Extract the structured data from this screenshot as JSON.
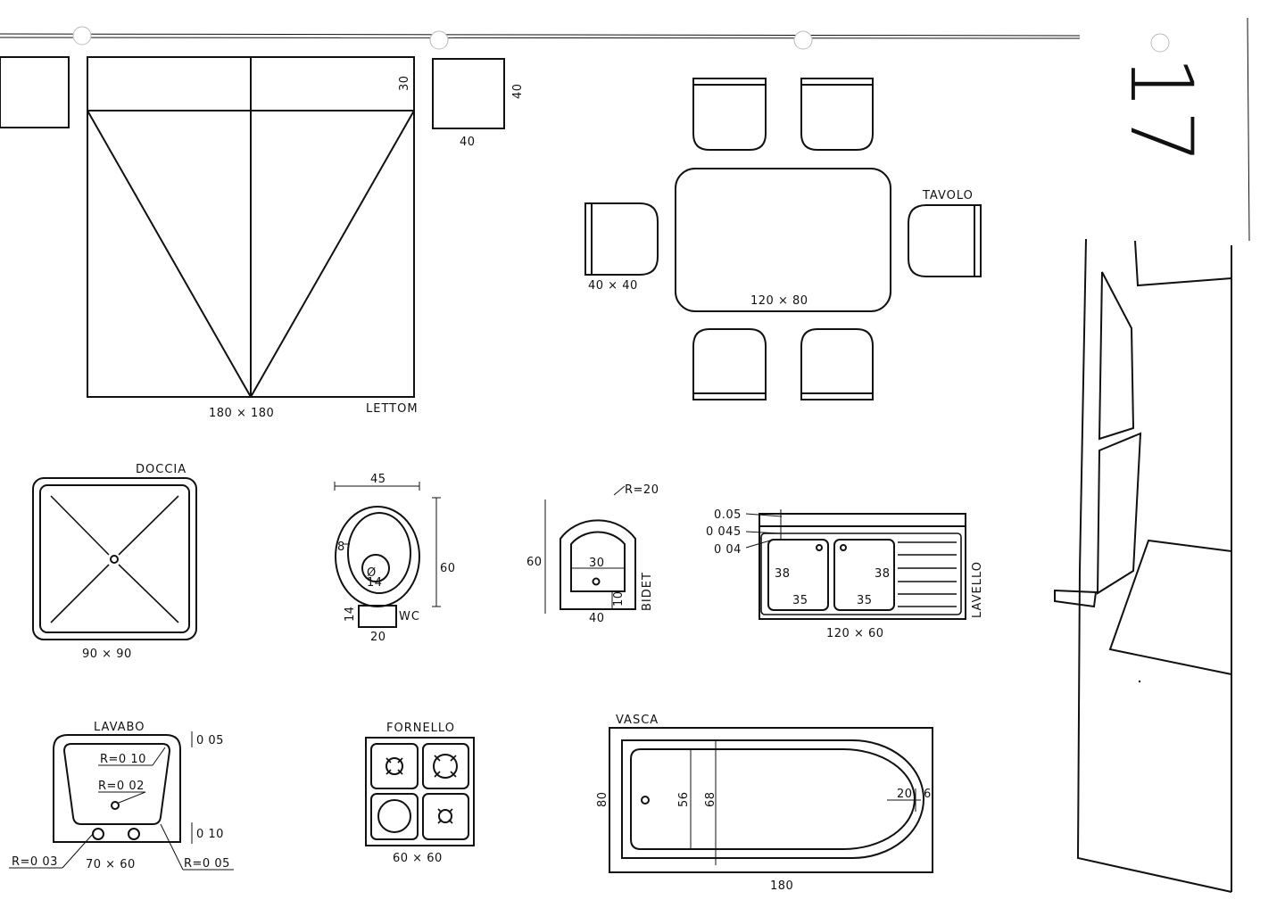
{
  "page_number": "17",
  "bed": {
    "title": "LETTOM",
    "size": "180 × 180",
    "header_depth": "30",
    "nightstand_width": "40",
    "nightstand_depth": "40"
  },
  "table": {
    "title": "TAVOLO",
    "size": "120 × 80",
    "chair_size": "40 × 40"
  },
  "shower": {
    "title": "DOCCIA",
    "size": "90 × 90"
  },
  "wc": {
    "title": "WC",
    "width": "45",
    "depth": "60",
    "rim": "8",
    "diameter": "Ø\n14",
    "tank_depth": "14",
    "tank_width": "20"
  },
  "bidet": {
    "title": "BIDET",
    "radius": "R=20",
    "depth": "60",
    "inner": "30",
    "offset": "10",
    "width": "40"
  },
  "sink": {
    "title": "LAVELLO",
    "size": "120 × 60",
    "d1": "0.05",
    "d2": "0 045",
    "d3": "0 04",
    "basin_h1": "38",
    "basin_h2": "38",
    "basin_w1": "35",
    "basin_w2": "35"
  },
  "washbasin": {
    "title": "LAVABO",
    "size": "70 × 60",
    "r1": "R=0 10",
    "r2": "R=0 02",
    "r3": "R=0 03",
    "r4": "R=0 05",
    "d1": "0 05",
    "d2": "0 10"
  },
  "stove": {
    "title": "FORNELLO",
    "size": "60 × 60"
  },
  "bathtub": {
    "title": "VASCA",
    "length": "180",
    "depth": "80",
    "inner1": "56",
    "inner2": "68",
    "end": "20",
    "rim": "6"
  }
}
